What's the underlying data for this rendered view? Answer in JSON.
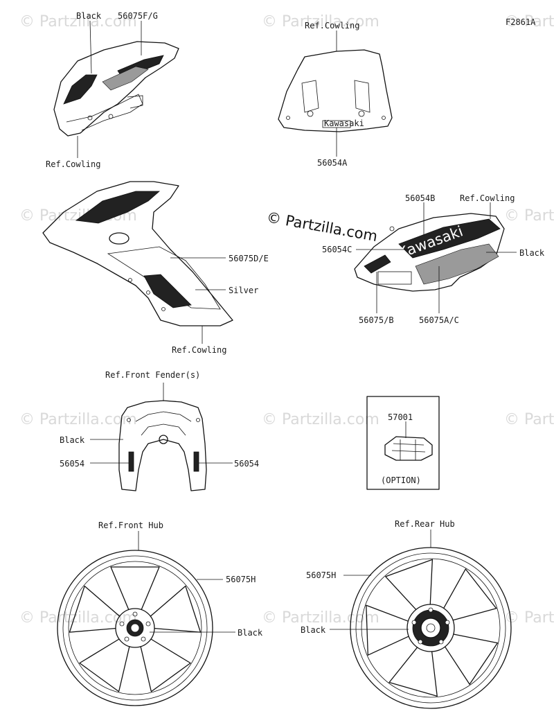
{
  "figure_id": "F2861A",
  "brand_watermark": "© Partzilla.com",
  "watermark_text": "© Partzilla.com",
  "callouts": {
    "upper_cowl_black": "Black",
    "upper_cowl_part": "56075F/G",
    "upper_cowl_ref": "Ref.Cowling",
    "windshield_ref": "Ref.Cowling",
    "windshield_part": "56054A",
    "side_cowl_part": "56075D/E",
    "side_cowl_silver": "Silver",
    "side_cowl_ref": "Ref.Cowling",
    "tail_part_b": "56054B",
    "tail_ref": "Ref.Cowling",
    "tail_part_c": "56054C",
    "tail_black": "Black",
    "tail_part_ab": "56075/B",
    "tail_part_ac": "56075A/C",
    "fender_ref": "Ref.Front Fender(s)",
    "fender_black": "Black",
    "fender_left_part": "56054",
    "fender_right_part": "56054",
    "option_part": "57001",
    "option_label": "(OPTION)",
    "front_hub_ref": "Ref.Front Hub",
    "front_hub_part": "56075H",
    "front_hub_black": "Black",
    "rear_hub_ref": "Ref.Rear Hub",
    "rear_hub_part": "56075H",
    "rear_hub_black": "Black"
  },
  "decal_texts": {
    "windshield_logo": "Kawasaki",
    "tail_logo": "Kawasaki"
  }
}
